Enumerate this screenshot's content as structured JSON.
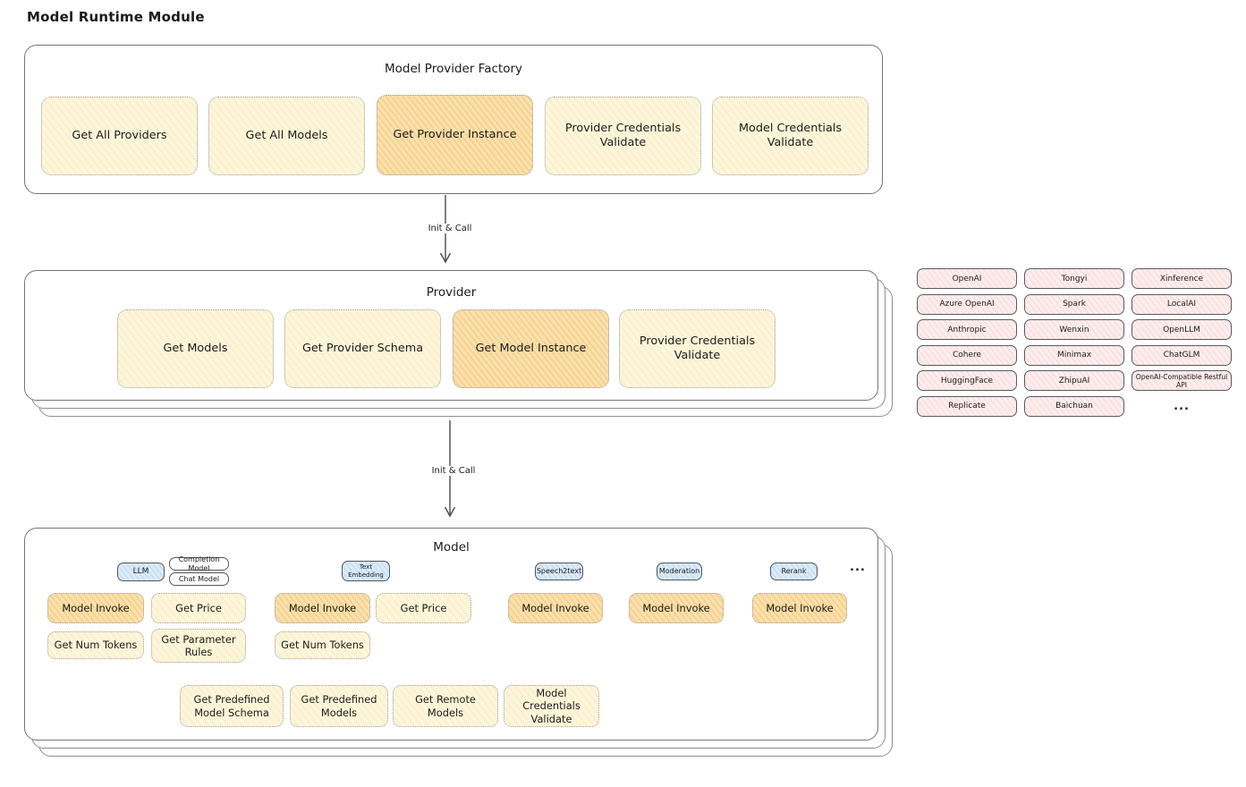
{
  "page_title": "Model Runtime Module",
  "colors": {
    "yellow_fill": "#fdf6dc",
    "orange_fill": "#f9e1af",
    "pink_fill": "#fdeeee",
    "blue_fill": "#dcebf9",
    "frame_border": "#74747c",
    "text": "#1b1b1b"
  },
  "factory": {
    "title": "Model Provider Factory",
    "items": [
      {
        "label": "Get All Providers",
        "variant": "yellow"
      },
      {
        "label": "Get All Models",
        "variant": "yellow"
      },
      {
        "label": "Get Provider Instance",
        "variant": "orange"
      },
      {
        "label": "Provider Credentials Validate",
        "variant": "yellow"
      },
      {
        "label": "Model Credentials Validate",
        "variant": "yellow"
      }
    ]
  },
  "arrows": {
    "factory_to_provider": "Init & Call",
    "provider_to_model": "Init & Call"
  },
  "provider": {
    "title": "Provider",
    "items": [
      {
        "label": "Get Models",
        "variant": "yellow"
      },
      {
        "label": "Get Provider Schema",
        "variant": "yellow"
      },
      {
        "label": "Get Model Instance",
        "variant": "orange"
      },
      {
        "label": "Provider Credentials Validate",
        "variant": "yellow"
      }
    ]
  },
  "providers_grid": {
    "items": [
      "OpenAI",
      "Tongyi",
      "Xinference",
      "Azure OpenAI",
      "Spark",
      "LocalAI",
      "Anthropic",
      "Wenxin",
      "OpenLLM",
      "Cohere",
      "Minimax",
      "ChatGLM",
      "HuggingFace",
      "ZhipuAI",
      "OpenAI-Compatible Restful API",
      "Replicate",
      "Baichuan"
    ],
    "more": "..."
  },
  "model": {
    "title": "Model",
    "tags": {
      "llm": "LLM",
      "completion": "Completion Model",
      "chat": "Chat Model",
      "text_embedding": "Text Embedding",
      "speech2text": "Speech2text",
      "moderation": "Moderation",
      "rerank": "Rerank"
    },
    "more": "...",
    "ops": {
      "model_invoke": "Model Invoke",
      "get_price": "Get Price",
      "get_num_tokens": "Get Num Tokens",
      "get_parameter_rules": "Get Parameter Rules"
    },
    "bottom_items": [
      "Get Predefined Model Schema",
      "Get Predefined Models",
      "Get Remote Models",
      "Model Credentials Validate"
    ]
  }
}
